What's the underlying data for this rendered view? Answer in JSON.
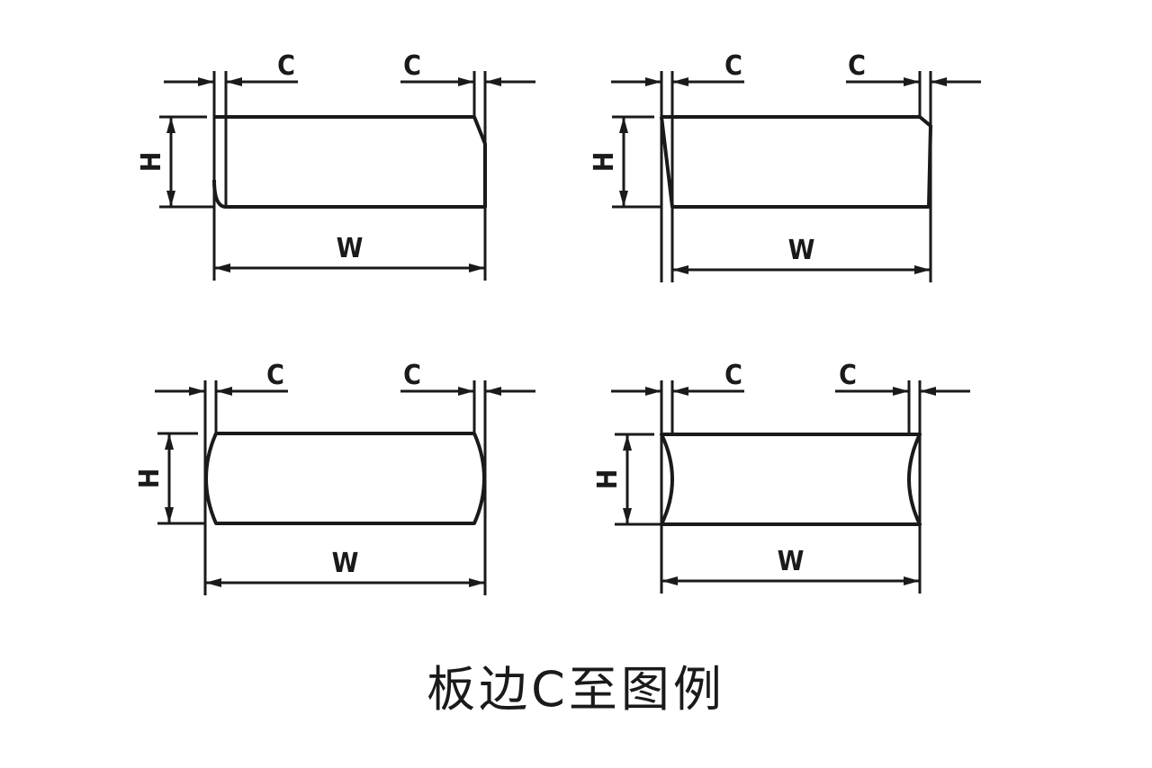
{
  "title": "板边C至图例",
  "diagrams": [
    {
      "variant": "single-chamfer-left-bottom-right-top",
      "labels": {
        "c_left": "C",
        "c_right": "C",
        "height": "H",
        "width": "W"
      }
    },
    {
      "variant": "slanted-parallelogram",
      "labels": {
        "c_left": "C",
        "c_right": "C",
        "height": "H",
        "width": "W"
      }
    },
    {
      "variant": "convex-edges",
      "labels": {
        "c_left": "C",
        "c_right": "C",
        "height": "H",
        "width": "W"
      }
    },
    {
      "variant": "concave-edges",
      "labels": {
        "c_left": "C",
        "c_right": "C",
        "height": "H",
        "width": "W"
      }
    }
  ],
  "colors": {
    "ink": "#1a1a1a",
    "background": "#ffffff"
  }
}
